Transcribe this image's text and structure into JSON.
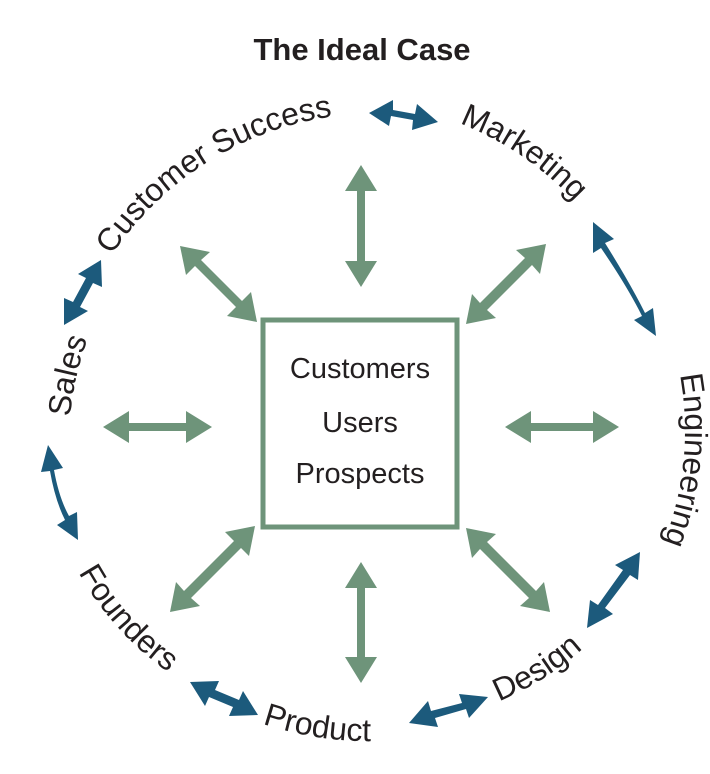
{
  "title": "The Ideal Case",
  "center": {
    "lines": [
      "Customers",
      "Users",
      "Prospects"
    ]
  },
  "departments": [
    {
      "id": "customer-success",
      "label": "Customer Success"
    },
    {
      "id": "marketing",
      "label": "Marketing"
    },
    {
      "id": "engineering",
      "label": "Engineering"
    },
    {
      "id": "design",
      "label": "Design"
    },
    {
      "id": "product",
      "label": "Product"
    },
    {
      "id": "founders",
      "label": "Founders"
    },
    {
      "id": "sales",
      "label": "Sales"
    }
  ],
  "colors": {
    "title": "#231f20",
    "text": "#231f20",
    "inner_arrows": "#6e947a",
    "outer_arrows": "#1c5a7c",
    "center_box": "#6e947a"
  }
}
